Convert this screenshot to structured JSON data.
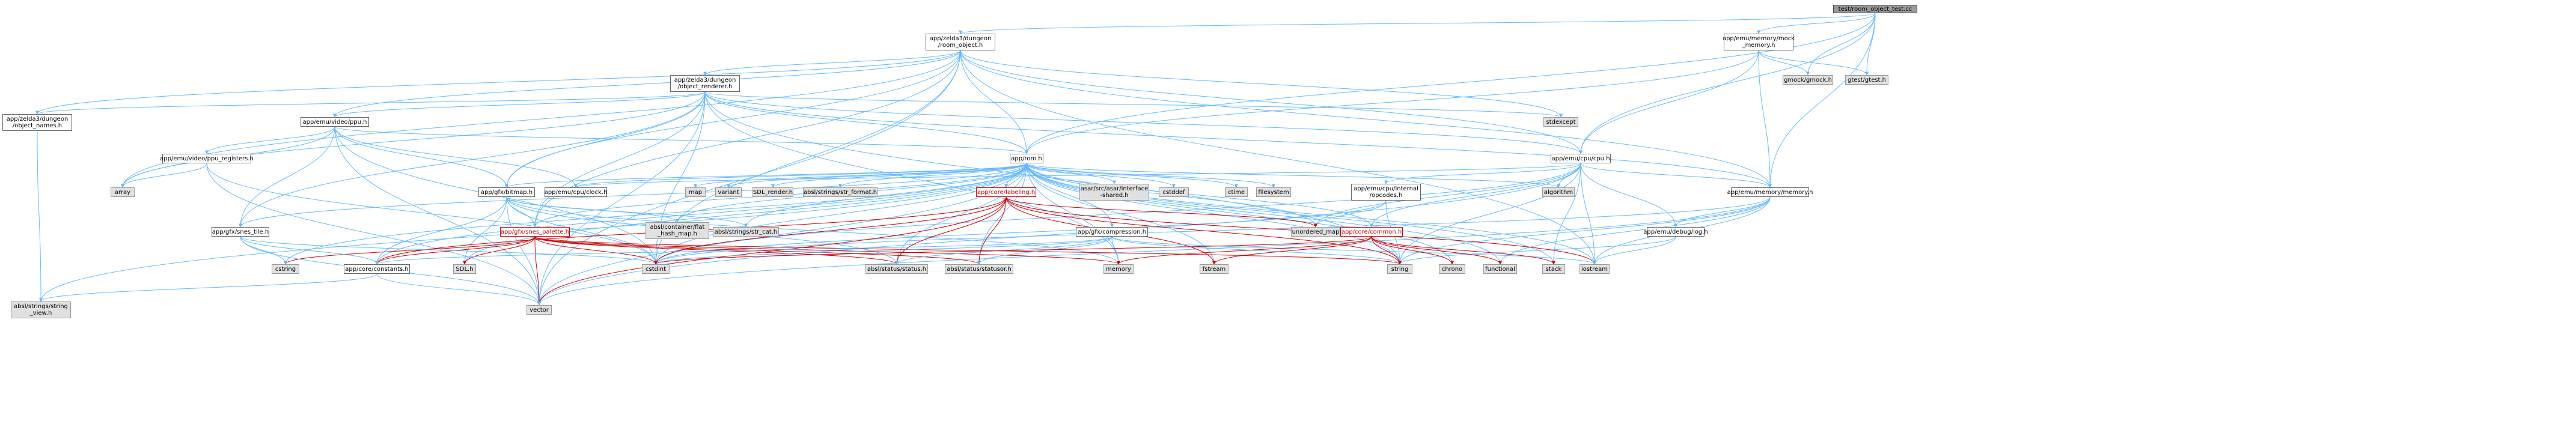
{
  "graph": {
    "edge_color": "#63b8ff",
    "red_color": "#cc0000",
    "nodes": {
      "root": "test/room_object_test.cc",
      "room_object": "app/zelda3/dungeon\n/room_object.h",
      "mock_memory": "app/emu/memory/mock\n_memory.h",
      "gmock": "gmock/gmock.h",
      "gtest": "gtest/gtest.h",
      "object_renderer": "app/zelda3/dungeon\n/object_renderer.h",
      "object_names": "app/zelda3/dungeon\n/object_names.h",
      "ppu": "app/emu/video/ppu.h",
      "stdexcept": "stdexcept",
      "ppu_registers": "app/emu/video/ppu_registers.h",
      "rom": "app/rom.h",
      "cpu": "app/emu/cpu/cpu.h",
      "array": "array",
      "bitmap": "app/gfx/bitmap.h",
      "clock": "app/emu/cpu/clock.h",
      "map": "map",
      "variant": "variant",
      "sdl_render": "SDL_render.h",
      "str_format": "absl/strings/str_format.h",
      "asar": "asar/src/asar/interface\n-shared.h",
      "cstddef": "cstddef",
      "ctime": "ctime",
      "filesystem": "filesystem",
      "opcodes": "app/emu/cpu/internal\n/opcodes.h",
      "memory_h": "app/emu/memory/memory.h",
      "algorithm": "algorithm",
      "labeling": "app/core/labeling.h",
      "flat_hash_map": "absl/container/flat\n_hash_map.h",
      "str_cat": "absl/strings/str_cat.h",
      "snes_palette": "app/gfx/snes_palette.h",
      "snes_tile": "app/gfx/snes_tile.h",
      "compression": "app/gfx/compression.h",
      "unordered_map": "unordered_map",
      "common": "app/core/common.h",
      "log": "app/emu/debug/log.h",
      "cstring": "cstring",
      "constants": "app/core/constants.h",
      "sdl": "SDL.h",
      "cstdint": "cstdint",
      "status": "absl/status/status.h",
      "statusor": "absl/status/statusor.h",
      "memory": "memory",
      "fstream": "fstream",
      "string": "string",
      "chrono": "chrono",
      "functional": "functional",
      "stack": "stack",
      "iostream": "iostream",
      "string_view": "absl/strings/string\n_view.h",
      "vector": "vector"
    }
  }
}
